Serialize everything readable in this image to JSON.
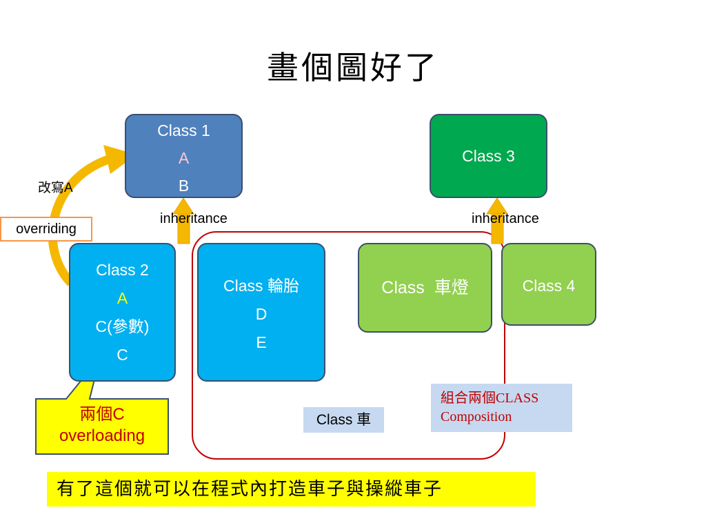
{
  "title": "畫個圖好了",
  "classes": {
    "class1": {
      "name": "Class 1",
      "line2": "A",
      "line3": "B"
    },
    "class2": {
      "name": "Class 2",
      "line2": "A",
      "line3": "C(參數)",
      "line4": "C"
    },
    "class3": {
      "name": "Class 3"
    },
    "class4": {
      "name": "Class 4"
    },
    "tire": {
      "name": "Class 輪胎",
      "line2": "D",
      "line3": "E"
    },
    "lamp": {
      "name": "Class  車燈"
    }
  },
  "labels": {
    "inheritance_left": "inheritance",
    "inheritance_right": "inheritance",
    "override_note": "改寫A",
    "overriding": "overriding",
    "overload_line1": "兩個C",
    "overload_line2": "overloading",
    "car": "Class 車",
    "composition_line1": "組合兩個CLASS",
    "composition_line2": "Composition",
    "bottom": "有了這個就可以在程式內打造車子與操縱車子"
  },
  "colors": {
    "class1": "#4f81bd",
    "class2": "#00b0f0",
    "class3": "#00a84f",
    "class4": "#92d050",
    "arrow": "#f5b800",
    "composition_border": "#c00000",
    "highlight": "#ffff00"
  }
}
